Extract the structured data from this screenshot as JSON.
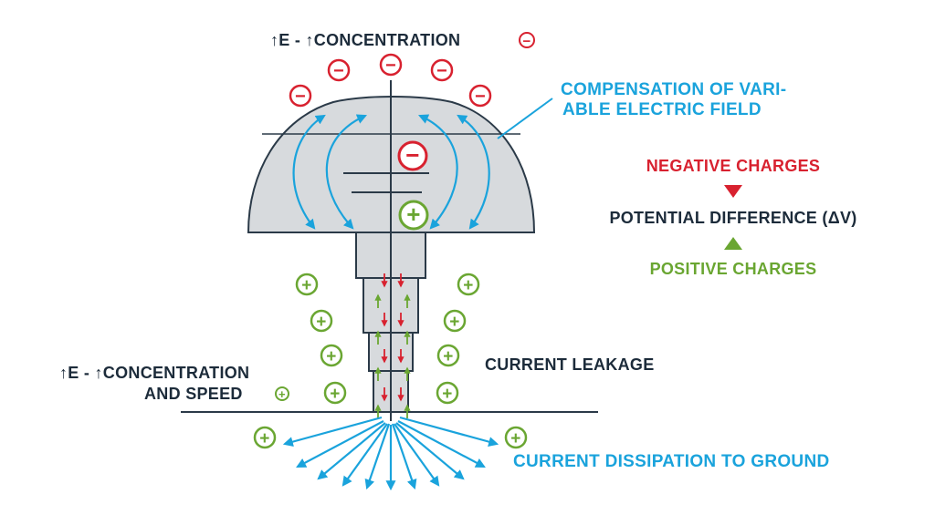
{
  "labels": {
    "top_concentration": "↑E - ↑CONCENTRATION",
    "compensation_line1": "COMPENSATION OF VARI-",
    "compensation_line2": "ABLE ELECTRIC FIELD",
    "negative_charges": "NEGATIVE CHARGES",
    "potential_difference": "POTENTIAL DIFFERENCE (ΔV)",
    "positive_charges": "POSITIVE CHARGES",
    "concentration_speed_line1": "↑E - ↑CONCENTRATION",
    "concentration_speed_line2": "AND SPEED",
    "current_leakage": "CURRENT LEAKAGE",
    "current_dissipation": "CURRENT DISSIPATION TO GROUND"
  },
  "symbols": {
    "minus": "−",
    "plus": "+"
  },
  "colors": {
    "navy": "#1c2b3a",
    "blue": "#1aa3dc",
    "red": "#d8212f",
    "green": "#6aa632",
    "dome_fill": "#d7dadd",
    "stroke": "#2b3a48"
  }
}
